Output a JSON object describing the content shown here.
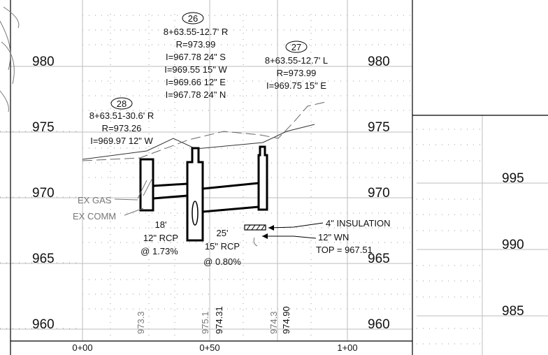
{
  "profile": {
    "main_elevations_left": [
      "980",
      "975",
      "970",
      "965",
      "960"
    ],
    "main_elevations_right": [
      "980",
      "975",
      "970",
      "965",
      "960"
    ],
    "side_elevations": [
      "995",
      "990",
      "985"
    ],
    "stations": [
      "0+00",
      "0+50",
      "1+00"
    ],
    "vertical_labels": [
      "973.3",
      "975.1",
      "974.31",
      "974.3",
      "974.90"
    ]
  },
  "structures": [
    {
      "id": "26",
      "lines": [
        "8+63.55-12.7' R",
        "R=973.99",
        "I=967.78  24\" S",
        "I=969.55  15\" W",
        "I=969.66  12\" E",
        "I=967.78  24\" N"
      ]
    },
    {
      "id": "27",
      "lines": [
        "8+63.55-12.7' L",
        "R=973.99",
        "I=969.75  15\" E"
      ]
    },
    {
      "id": "28",
      "lines": [
        "8+63.51-30.6' R",
        "R=973.26",
        "I=969.97  12\" W"
      ]
    }
  ],
  "pipes": [
    {
      "length": "18'",
      "size": "12\" RCP",
      "slope": "@ 1.73%"
    },
    {
      "length": "25'",
      "size": "15\" RCP",
      "slope": "@ 0.80%"
    }
  ],
  "utilities": {
    "ex_gas": "EX GAS",
    "ex_comm": "EX COMM",
    "insulation": "4\" INSULATION",
    "wn_size": "12\" WN",
    "wn_top": "TOP = 967.51"
  }
}
